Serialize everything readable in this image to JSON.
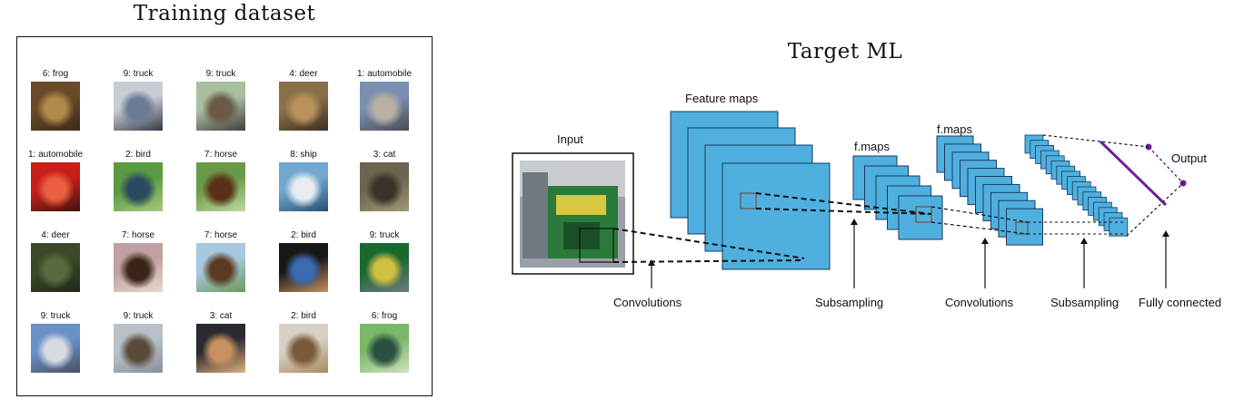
{
  "dataset": {
    "title": "Training dataset",
    "rows": [
      [
        {
          "label": "6: frog",
          "colors": [
            "#6b4a2a",
            "#b08a4a",
            "#3a2a18"
          ]
        },
        {
          "label": "9: truck",
          "colors": [
            "#c8ccd4",
            "#6b7b96",
            "#333a44"
          ]
        },
        {
          "label": "9: truck",
          "colors": [
            "#a8c0a0",
            "#6b5a48",
            "#40403a"
          ]
        },
        {
          "label": "4: deer",
          "colors": [
            "#8a7048",
            "#b8925a",
            "#3a3020"
          ]
        },
        {
          "label": "1: automobile",
          "colors": [
            "#7a90b0",
            "#b8b0a4",
            "#4a4a50"
          ]
        }
      ],
      [
        {
          "label": "1: automobile",
          "colors": [
            "#c82018",
            "#e86040",
            "#401410"
          ]
        },
        {
          "label": "2: bird",
          "colors": [
            "#5a9a40",
            "#2a4a60",
            "#a8c880"
          ]
        },
        {
          "label": "7: horse",
          "colors": [
            "#6a9a48",
            "#5a3018",
            "#c0d8a0"
          ]
        },
        {
          "label": "8: ship",
          "colors": [
            "#70a8d0",
            "#e8ecf0",
            "#2a5070"
          ]
        },
        {
          "label": "3: cat",
          "colors": [
            "#6a6450",
            "#3a3428",
            "#a09878"
          ]
        }
      ],
      [
        {
          "label": "4: deer",
          "colors": [
            "#3a4a28",
            "#5a6a40",
            "#202818"
          ]
        },
        {
          "label": "7: horse",
          "colors": [
            "#c0a0a0",
            "#3a2418",
            "#e8d8d0"
          ]
        },
        {
          "label": "7: horse",
          "colors": [
            "#a8c8e0",
            "#5a3a20",
            "#6a9a58"
          ]
        },
        {
          "label": "2: bird",
          "colors": [
            "#181818",
            "#3a6ab0",
            "#c89060"
          ]
        },
        {
          "label": "9: truck",
          "colors": [
            "#1a6a30",
            "#d0c040",
            "#707880"
          ]
        }
      ],
      [
        {
          "label": "9: truck",
          "colors": [
            "#6a90c8",
            "#d8dce0",
            "#4a5060"
          ]
        },
        {
          "label": "9: truck",
          "colors": [
            "#b8c0c8",
            "#5a4a3a",
            "#8a9098"
          ]
        },
        {
          "label": "3: cat",
          "colors": [
            "#2a2a30",
            "#c89060",
            "#e0b080"
          ]
        },
        {
          "label": "2: bird",
          "colors": [
            "#d8d0c4",
            "#7a5a38",
            "#a88a60"
          ]
        },
        {
          "label": "6: frog",
          "colors": [
            "#7ab868",
            "#2a5040",
            "#d0e0c0"
          ]
        }
      ]
    ]
  },
  "cnn": {
    "title": "Target ML",
    "input_label": "Input",
    "feature_maps_label": "Feature maps",
    "fmaps1_label": "f.maps",
    "fmaps2_label": "f.maps",
    "output_label": "Output",
    "stages": [
      "Convolutions",
      "Subsampling",
      "Convolutions",
      "Subsampling",
      "Fully connected"
    ],
    "colors": {
      "map_fill": "#4fb0e0",
      "map_stroke": "#1a3a5a",
      "fc_line": "#7020a0",
      "node": "#6a2090"
    }
  }
}
